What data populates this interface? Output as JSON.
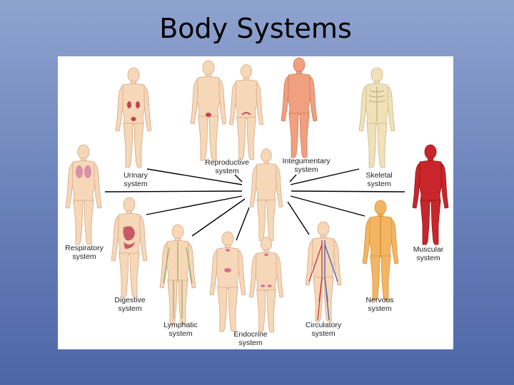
{
  "slide": {
    "title": "Body Systems"
  },
  "labels": {
    "urinary": [
      "Urinary",
      "system"
    ],
    "reproductive": [
      "Reproductive",
      "system"
    ],
    "integumentary": [
      "Integumentary",
      "system"
    ],
    "skeletal": [
      "Skeletal",
      "system"
    ],
    "respiratory": [
      "Respiratory",
      "system"
    ],
    "muscular": [
      "Muscular",
      "system"
    ],
    "digestive": [
      "Digestive",
      "system"
    ],
    "lymphatic": [
      "Lymphatic",
      "system"
    ],
    "endocrine": [
      "Endocrine",
      "system"
    ],
    "circulatory": [
      "Circulatory",
      "system"
    ],
    "nervous": [
      "Nervous",
      "system"
    ]
  },
  "colors": {
    "skin": "#f6d7b8",
    "skin_outline": "#d4a783",
    "integumentary": "#f0a07e",
    "muscular": "#c8262a",
    "skeletal": "#f1e1b9",
    "nervous": "#f4b562",
    "urinary_organ": "#c0434f",
    "respiratory_organ": "#d98fa8",
    "digestive_organ": "#c85a66",
    "lymphatic_vessel": "#7aa653",
    "endocrine_gland": "#d5709a",
    "circulatory_artery": "#c33a3a",
    "circulatory_vein": "#4b5fa8",
    "line": "#000000"
  }
}
